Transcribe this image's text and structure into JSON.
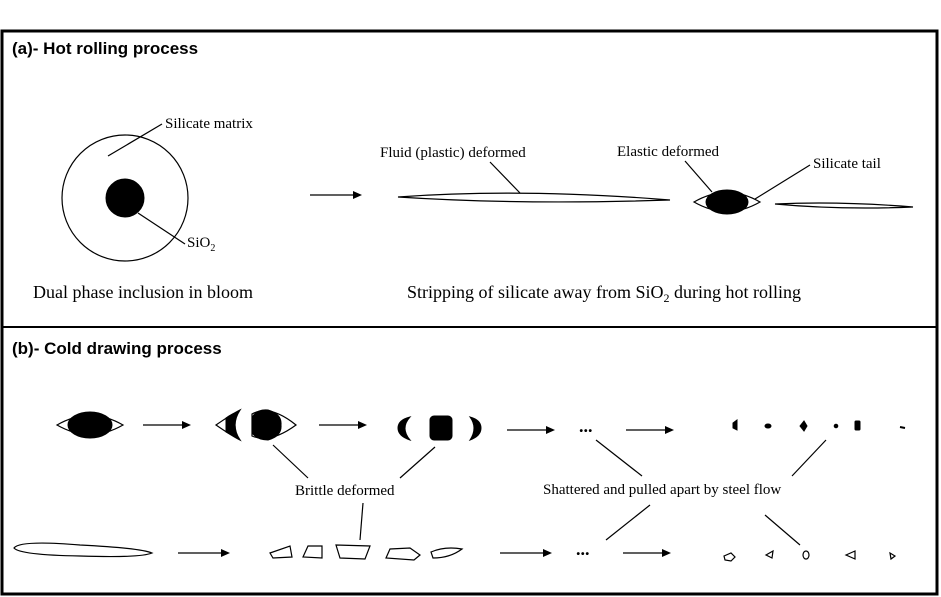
{
  "panel_a": {
    "title": "(a)- Hot rolling process",
    "label_silicate_matrix": "Silicate matrix",
    "label_sio2_main": "SiO",
    "label_sio2_sub": "2",
    "label_fluid": "Fluid (plastic) deformed",
    "label_elastic": "Elastic deformed",
    "label_tail": "Silicate tail",
    "caption_left": "Dual phase inclusion in bloom",
    "caption_right_pre": "Stripping of silicate away from SiO",
    "caption_right_sub": "2",
    "caption_right_post": " during hot rolling"
  },
  "panel_b": {
    "title": "(b)- Cold drawing process",
    "label_brittle": "Brittle deformed",
    "label_shattered": "Shattered and pulled apart by steel flow",
    "ellipsis_top": "...",
    "ellipsis_bottom": "..."
  },
  "colors": {
    "ink": "#000000",
    "background": "#ffffff"
  }
}
